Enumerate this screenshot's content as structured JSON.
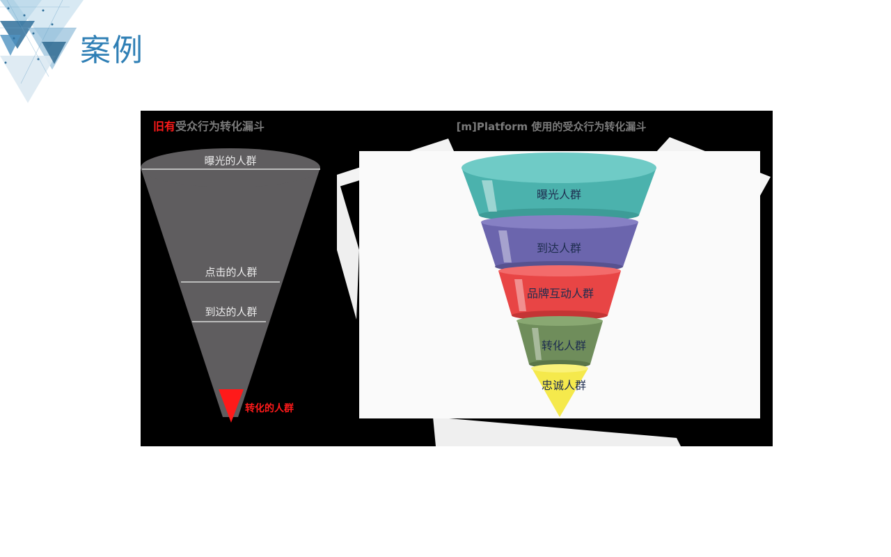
{
  "slide": {
    "title": "案例"
  },
  "left_funnel": {
    "heading_highlight": "旧有",
    "heading_rest": "受众行为转化漏斗",
    "stages": [
      "曝光的人群",
      "点击的人群",
      "到达的人群"
    ],
    "bottom_label": "转化的人群",
    "colors": {
      "body": "#5f5d5f",
      "highlight": "#ff1a1a"
    }
  },
  "right_funnel": {
    "heading": "[m]Platform 使用的受众行为转化漏斗",
    "stages": [
      {
        "label": "曝光人群",
        "color": "#4bb2ad"
      },
      {
        "label": "到达人群",
        "color": "#6b65ad"
      },
      {
        "label": "品牌互动人群",
        "color": "#e84545"
      },
      {
        "label": "转化人群",
        "color": "#6f8d5b"
      },
      {
        "label": "忠诚人群",
        "color": "#f5e94c"
      }
    ]
  }
}
